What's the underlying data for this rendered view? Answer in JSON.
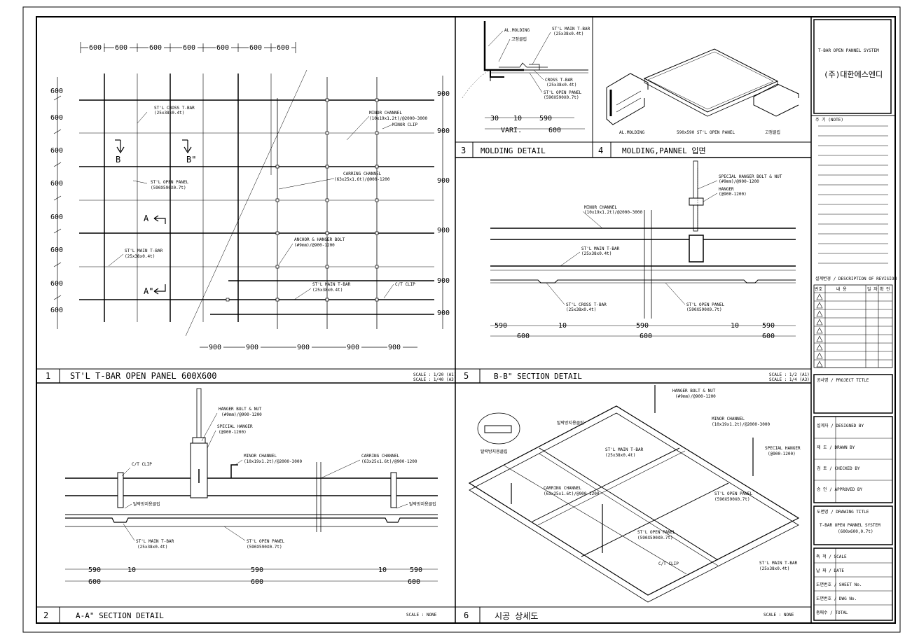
{
  "titleblock": {
    "project_name": "T-BAR OPEN PANNEL SYSTEM",
    "company": "(주)대한에스엔디",
    "notes_label": "주 기 (NOTE)",
    "revision_label": "설계변경 / DESCRIPTION OF REVISION",
    "rev_cols": [
      "번호",
      "내 용",
      "일 자",
      "확 인"
    ],
    "project_title_label": "공사명 / PROJECT TITLE",
    "designed_label": "설계자 / DESIGNED BY",
    "drawn_label": "제 도 / DRAWN BY",
    "checked_label": "검 토 / CHECKED BY",
    "approved_label": "승 인 / APPROVED BY",
    "drawing_title_label": "도면명 / DRAWING TITLE",
    "drawing_title_1": "T-BAR OPEN PANNEL SYSTEM",
    "drawing_title_2": "(600x600,0.7t)",
    "scale_label": "축 척 / SCALE",
    "date_label": "날 짜 / DATE",
    "sheet_label": "도면번호 / SHEET No.",
    "dwg_no_label": "도면번호 / DWG No.",
    "total_label": "총매수 / TOTAL"
  },
  "panels": {
    "p1": {
      "num": "1",
      "title": "ST'L T-BAR OPEN PANEL 600X600",
      "scale1": "SCALE : 1/20 (A1)",
      "scale2": "SCALE : 1/40 (A3)"
    },
    "p2": {
      "num": "2",
      "title": "A-A\" SECTION DETAIL",
      "scale": "SCALE : NONE"
    },
    "p3": {
      "num": "3",
      "title": "MOLDING DETAIL"
    },
    "p4": {
      "num": "4",
      "title": "MOLDING,PANNEL 입면"
    },
    "p5": {
      "num": "5",
      "title": "B-B\" SECTION DETAIL",
      "scale1": "SCALE : 1/2 (A1)",
      "scale2": "SCALE : 1/4 (A3)"
    },
    "p6": {
      "num": "6",
      "title": "시공 상세도",
      "scale": "SCALE : NONE"
    }
  },
  "plan": {
    "top_dims": [
      "600",
      "600",
      "600",
      "600",
      "600",
      "600",
      "600"
    ],
    "left_dims": [
      "600",
      "600",
      "600",
      "600",
      "600",
      "600",
      "600",
      "600"
    ],
    "right_dims": [
      "900",
      "900",
      "900",
      "900",
      "900",
      "900"
    ],
    "bottom_dims": [
      "900",
      "900",
      "900",
      "900",
      "900"
    ],
    "labels": {
      "cross_tbar": "ST'L CROSS T-BAR",
      "cross_tbar_spec": "(25x38x0.4t)",
      "minor_channel": "MINOR CHANNEL",
      "minor_channel_spec": "(10x19x1.2t)/@2000-3000",
      "minor_clip": "MINOR CLIP",
      "carring_channel": "CARRING CHANNEL",
      "carring_channel_spec": "(63x25x1.6t)/@900-1200",
      "open_panel": "ST'L OPEN PANEL",
      "open_panel_spec": "(590X590X0.7t)",
      "anchor": "ANCHOR & HANGER BOLT",
      "anchor_spec": "(#9mm)/@900-1200",
      "main_tbar": "ST'L MAIN T-BAR",
      "main_tbar_spec": "(25x38x0.4t)",
      "ct_clip": "C/T CLIP",
      "sec_b": "B",
      "sec_b2": "B\"",
      "sec_a": "A",
      "sec_a2": "A\""
    }
  },
  "molding": {
    "al_molding": "AL.MOLDING",
    "fix_clip": "고정클립",
    "main_tbar": "ST'L MAIN T-BAR",
    "main_tbar_spec": "(25x38x0.4t)",
    "cross_tbar": "CROSS T-BAR",
    "cross_tbar_spec": "(25x38x0.4t)",
    "open_panel": "ST'L OPEN PANEL",
    "open_panel_spec": "(590X590X0.7t)",
    "dims": [
      "30",
      "10",
      "590",
      "VARI.",
      "600"
    ]
  },
  "elevation": {
    "al_molding": "AL.MOLDING",
    "panel": "590x590 ST'L OPEN PANEL",
    "clip": "고정클립"
  },
  "bb": {
    "hanger": "SPECIAL HANGER BOLT & NUT",
    "hanger_spec": "(#9mm)/@900-1200",
    "hanger2": "HANGER",
    "hanger2_spec": "(@900-1200)",
    "minor": "MINOR CHANNEL",
    "minor_spec": "(10x19x1.2t)/@2000-3000",
    "main": "ST'L MAIN T-BAR",
    "main_spec": "(25x38x0.4t)",
    "cross": "ST'L CROSS T-BAR",
    "cross_spec": "(25x38x0.4t)",
    "panel": "ST'L OPEN PANEL",
    "panel_spec": "(590X590X0.7t)",
    "dims_top": [
      "590",
      "10",
      "590",
      "10",
      "590"
    ],
    "dims_bot": [
      "600",
      "600",
      "600"
    ]
  },
  "aa": {
    "hanger": "HANGER BOLT & NUT",
    "hanger_spec": "(#9mm)/@900-1200",
    "special": "SPECIAL HANGER",
    "special_spec": "(@900-1200)",
    "minor": "MINOR CHANNEL",
    "minor_spec": "(10x19x1.2t)/@2000-3000",
    "carring": "CARRING CHANNEL",
    "carring_spec": "(63x25x1.6t)/@900-1200",
    "ct_clip": "C/T CLIP",
    "anti_left": "탈락방지용클립",
    "anti_right": "탈락방지용클립",
    "main": "ST'L MAIN T-BAR",
    "main_spec": "(25x38x0.4t)",
    "panel": "ST'L OPEN PANEL",
    "panel_spec": "(590X590X0.7t)",
    "dims_top": [
      "590",
      "10",
      "590",
      "10",
      "590"
    ],
    "dims_bot": [
      "600",
      "600",
      "600"
    ]
  },
  "iso": {
    "hanger": "HANGER BOLT & NUT",
    "hanger_spec": "(#9mm)/@900-1200",
    "anti": "탈락방지용클립",
    "anti2": "탈락방지용클립",
    "minor": "MINOR CHANNEL",
    "minor_spec": "(10x19x1.2t)/@2000-3000",
    "main": "ST'L MAIN T-BAR",
    "main_spec": "(25x38x0.4t)",
    "special": "SPECIAL HANGER",
    "special_spec": "(@900-1200)",
    "carring": "CARRING CHANNEL",
    "carring_spec": "(63x25x1.6t)/@900-1200",
    "panel1": "ST'L OPEN PANEL",
    "panel1_spec": "(590X590X0.7t)",
    "panel2": "ST'L OPEN PANEL",
    "panel2_spec": "(590X590X0.7t)",
    "ct_clip": "C/T CLIP",
    "main2": "ST'L MAIN T-BAR",
    "main2_spec": "(25x38x0.4t)"
  }
}
